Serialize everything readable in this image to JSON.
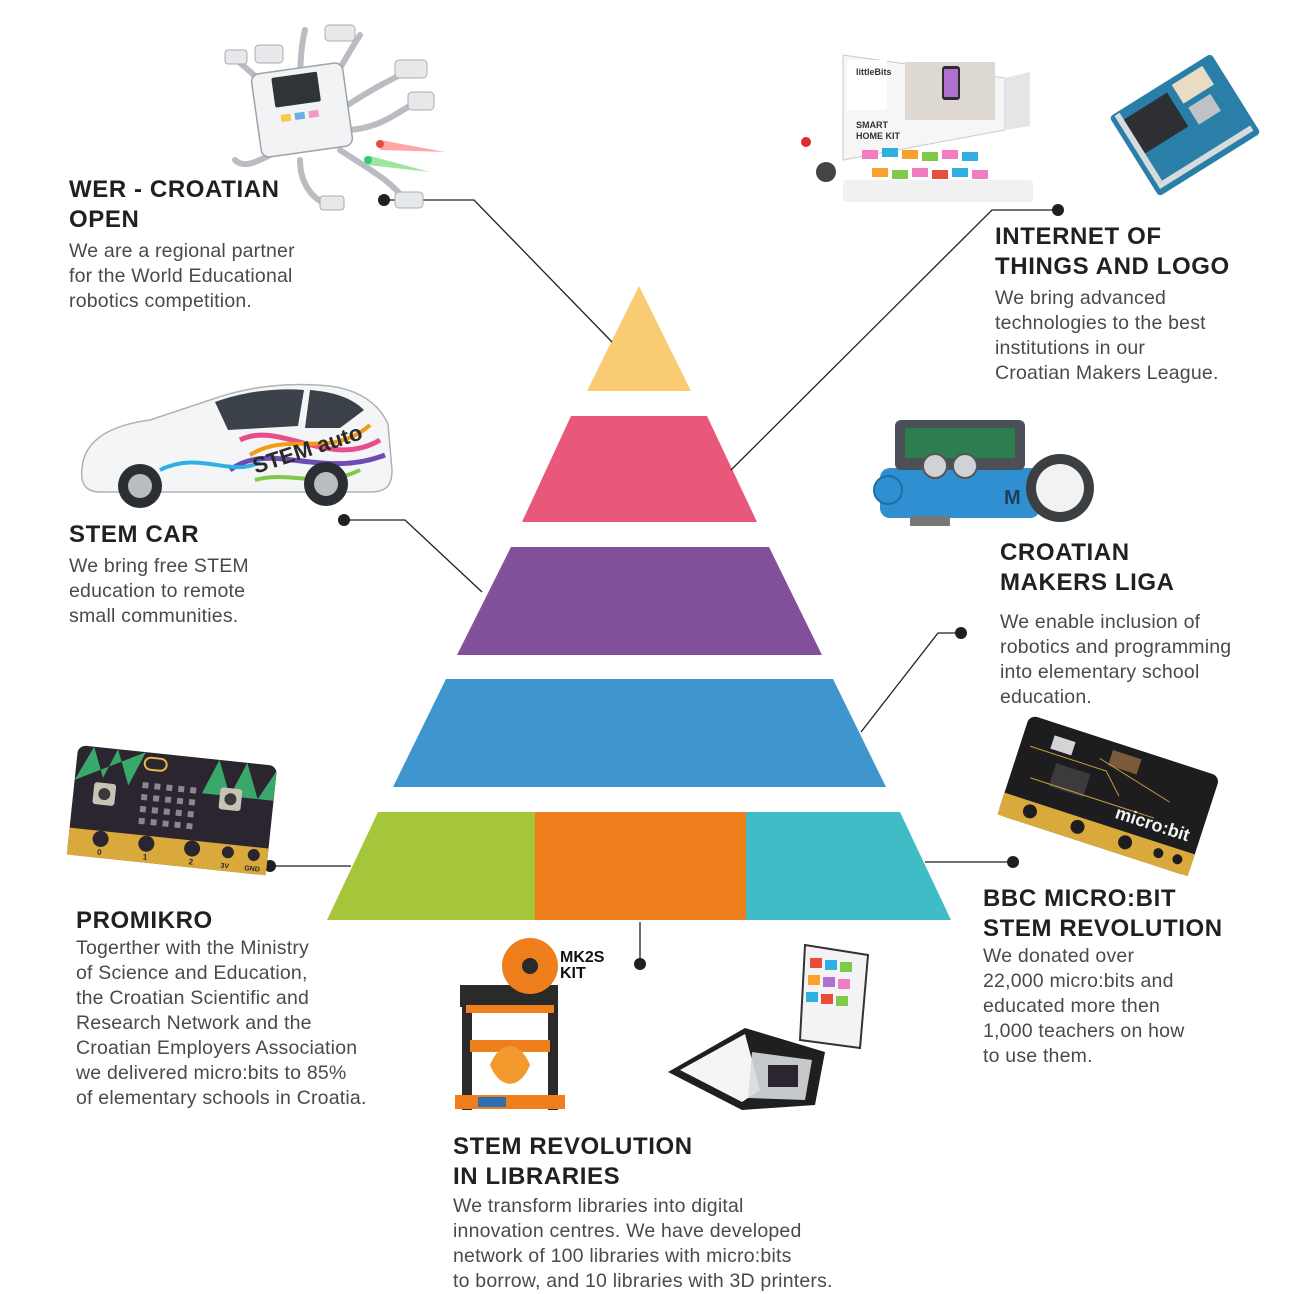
{
  "colors": {
    "level1": "#f9cb72",
    "level2": "#e9577a",
    "level3": "#824f9b",
    "level4": "#3f95cd",
    "level5_left": "#a5c63b",
    "level5_mid": "#ef7f1d",
    "level5_right": "#3fbcc6",
    "connector": "#231f20"
  },
  "items": {
    "wer": {
      "title_lines": [
        "WER - CROATIAN",
        "OPEN"
      ],
      "text_lines": [
        "We are a regional partner",
        "for the World Educational",
        "robotics competition."
      ],
      "icon": "robotics-controller-kit"
    },
    "iot": {
      "title_lines": [
        "INTERNET OF",
        "THINGS AND LOGO"
      ],
      "text_lines": [
        "We bring advanced",
        "technologies to the best",
        "institutions in our",
        "Croatian Makers League."
      ],
      "icon": "littlebits-smart-home-kit-and-arduino-board",
      "kit_labels": [
        "littleBits",
        "SMART",
        "HOME KIT"
      ]
    },
    "stemcar": {
      "title_lines": [
        "STEM CAR"
      ],
      "text_lines": [
        "We bring free STEM",
        "education to remote",
        "small communities."
      ],
      "icon": "stem-auto-car",
      "car_label": "STEM auto"
    },
    "cml": {
      "title_lines": [
        "CROATIAN",
        "MAKERS LIGA"
      ],
      "text_lines": [
        "We enable inclusion of",
        "robotics and programming",
        "into elementary school",
        "education."
      ],
      "icon": "mbot-robot"
    },
    "promikro": {
      "title_lines": [
        "PROMIKRO"
      ],
      "text_lines": [
        "Togerther with the Ministry",
        "of Science and Education,",
        "the Croatian Scientific and",
        "Research Network and the",
        "Croatian Employers Association",
        "we delivered micro:bits to 85%",
        "of elementary schools in Croatia."
      ],
      "icon": "microbit-board-front",
      "pin_labels": [
        "0",
        "1",
        "2",
        "3V",
        "GND"
      ]
    },
    "bbc": {
      "title_lines": [
        "BBC MICRO:BIT",
        "STEM REVOLUTION"
      ],
      "text_lines": [
        "We donated over",
        "22,000 micro:bits and",
        "educated more then",
        "1,000 teachers on how",
        "to use them."
      ],
      "icon": "microbit-board-back",
      "board_label": "micro:bit"
    },
    "libraries": {
      "title_lines": [
        "STEM REVOLUTION",
        "IN LIBRARIES"
      ],
      "text_lines": [
        "We transform libraries into digital",
        "innovation centres. We have developed",
        "network of 100 libraries with micro:bits",
        "to borrow, and 10 libraries with 3D printers."
      ],
      "icon": "3d-printer-and-microbit-kit",
      "printer_label": [
        "MK2S",
        "KIT"
      ]
    }
  }
}
